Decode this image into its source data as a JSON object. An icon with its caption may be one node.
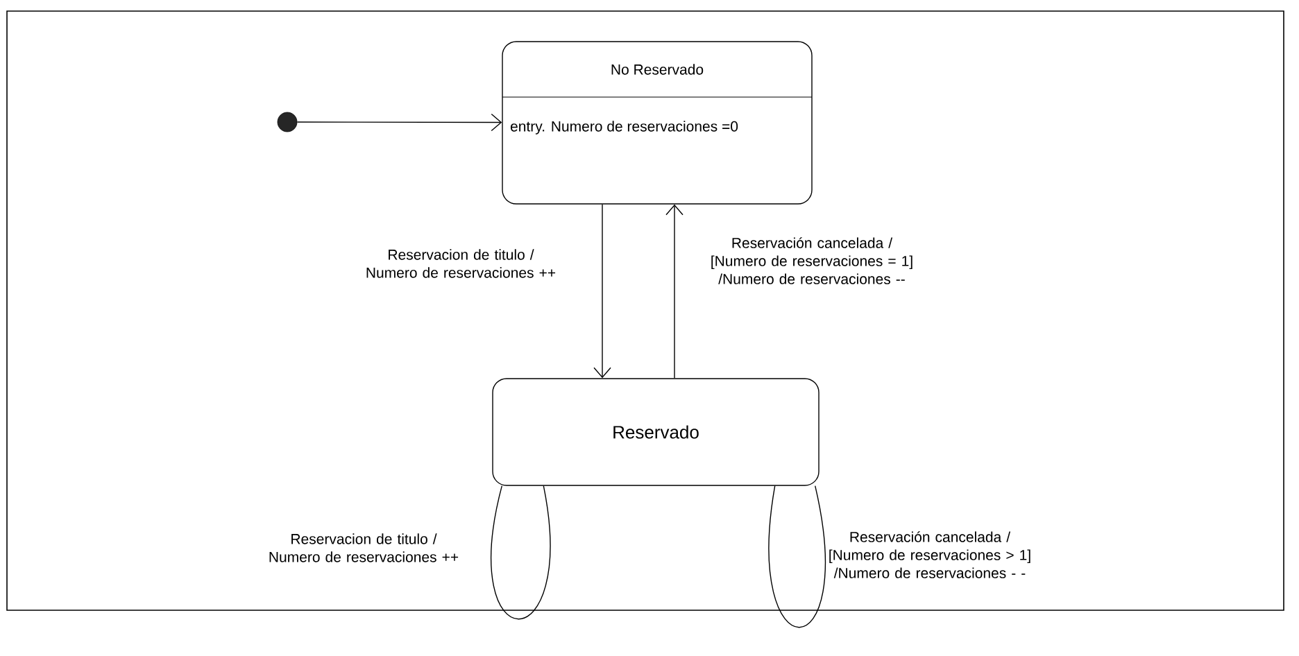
{
  "diagram": {
    "nodes": [
      {
        "text": [],
        "shape": "circle"
      },
      {
        "text": [
          "No Reservado",
          "entry. Numero de reservaciones  =0"
        ]
      },
      {
        "text": [
          "Reservado"
        ]
      }
    ],
    "edges": [
      {
        "from": 0,
        "to": 1,
        "arrow": "to"
      },
      {
        "from": 1,
        "to": 2,
        "arrow": "to",
        "label": "Reservacion de titulo / Numero de reservaciones ++"
      },
      {
        "from": 2,
        "to": 1,
        "arrow": "to",
        "label": "Reservación cancelada / [Numero de reservaciones = 1] /Numero de reservaciones --"
      },
      {
        "from": 2,
        "to": 2,
        "arrow": "none",
        "label": "Reservacion de titulo / Numero de reservaciones ++"
      },
      {
        "from": 2,
        "to": 2,
        "arrow": "none",
        "label": "Reservación cancelada / [Numero de reservaciones > 1] /Numero de reservaciones - -"
      }
    ]
  }
}
